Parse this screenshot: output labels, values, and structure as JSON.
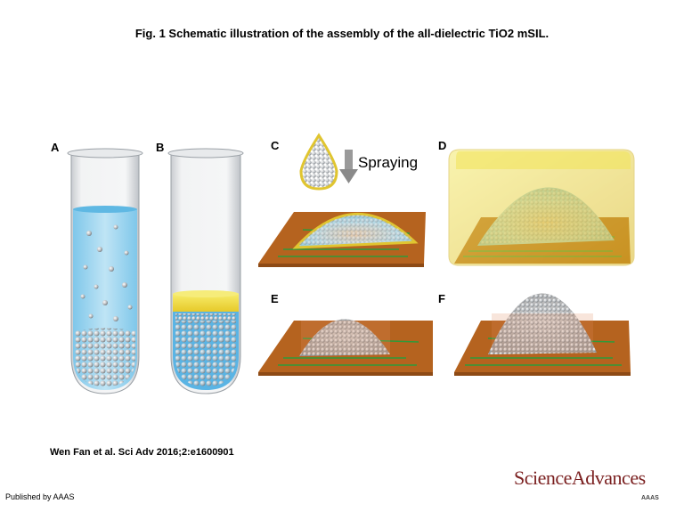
{
  "title": "Fig. 1 Schematic illustration of the assembly of the all-dielectric TiO2 mSIL.",
  "panels": {
    "a": "A",
    "b": "B",
    "c": "C",
    "d": "D",
    "e": "E",
    "f": "F"
  },
  "spraying_label": "Spraying",
  "citation": "Wen Fan et al. Sci Adv 2016;2:e1600901",
  "publisher": "Published by AAAS",
  "brand": {
    "name": "ScienceAdvances",
    "sub": "AAAS"
  },
  "colors": {
    "substrate": "#b5631f",
    "liquid": "#6ec3e8",
    "polymer": "#f2e04a",
    "trace": "#2f9a3a"
  }
}
